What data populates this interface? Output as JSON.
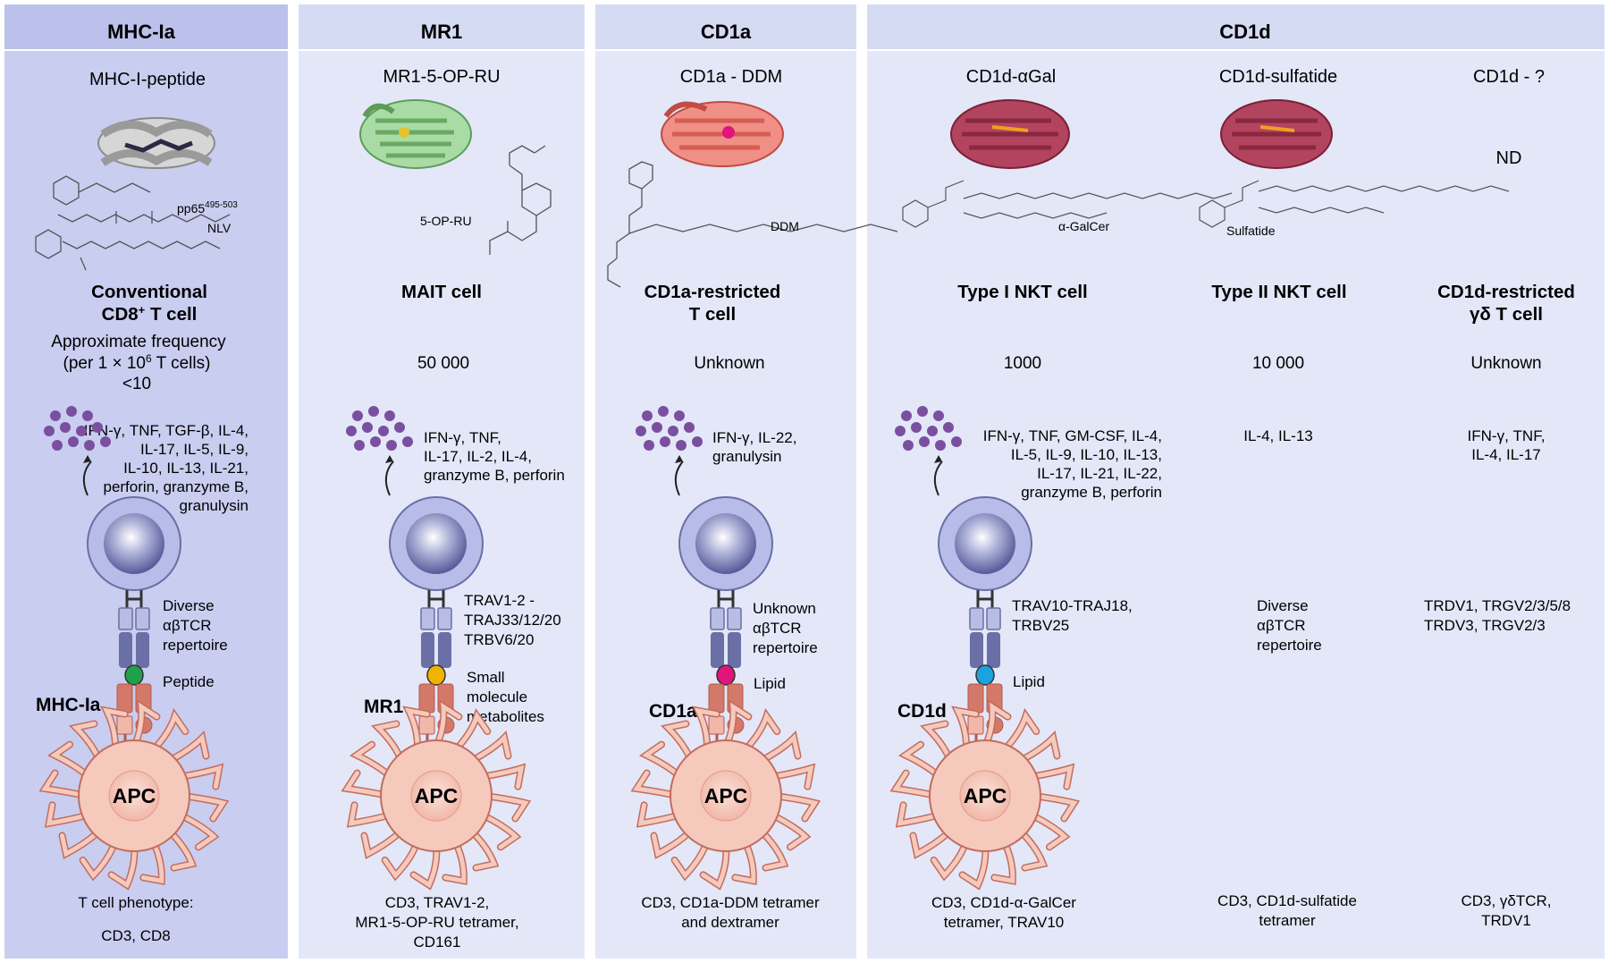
{
  "columns": [
    {
      "header": "MHC-Ia",
      "ligand_title": "MHC-I-peptide",
      "antigen_label": "pp65",
      "antigen_superscript": "495-503",
      "antigen_label_2": "NLV",
      "cell_type_line1": "Conventional",
      "cell_type_line2": "CD8",
      "cell_type_line2_superscript": "+",
      "cell_type_line2_suffix": " T cell",
      "frequency_heading_line1": "Approximate frequency",
      "frequency_heading_line2_pre": "(per 1 × 10",
      "frequency_heading_line2_sup": "6",
      "frequency_heading_line2_post": " T cells)",
      "frequency": "<10",
      "cytokines": [
        "IFN-γ, TNF, TGF-β, IL-4,",
        "IL-17, IL-5, IL-9,",
        "IL-10, IL-13, IL-21,",
        "perforin, granzyme B,",
        "granulysin"
      ],
      "tcr": [
        "Diverse",
        "αβTCR",
        "repertoire"
      ],
      "bound_label": "Peptide",
      "molecule_label": "MHC-Ia",
      "apc_label": "APC",
      "phenotype_heading": "T cell phenotype:",
      "phenotype": [
        "CD3, CD8"
      ]
    },
    {
      "header": "MR1",
      "ligand_title": "MR1-5-OP-RU",
      "antigen_label": "5-OP-RU",
      "cell_type": [
        "MAIT cell"
      ],
      "frequency": "50 000",
      "cytokines": [
        "IFN-γ, TNF,",
        "IL-17, IL-2, IL-4,",
        "granzyme B, perforin"
      ],
      "tcr": [
        "TRAV1-2 -",
        "TRAJ33/12/20",
        "TRBV6/20"
      ],
      "bound_label": [
        "Small",
        "molecule",
        "metabolites"
      ],
      "molecule_label": "MR1",
      "apc_label": "APC",
      "phenotype": [
        "CD3, TRAV1-2,",
        "MR1-5-OP-RU tetramer,",
        "CD161"
      ]
    },
    {
      "header": "CD1a",
      "ligand_title": "CD1a - DDM",
      "antigen_label": "DDM",
      "cell_type": [
        "CD1a-restricted",
        "T cell"
      ],
      "frequency": "Unknown",
      "cytokines": [
        "IFN-γ, IL-22,",
        "granulysin"
      ],
      "tcr": [
        "Unknown",
        "αβTCR",
        "repertoire"
      ],
      "bound_label": "Lipid",
      "molecule_label": "CD1a",
      "apc_label": "APC",
      "phenotype": [
        "CD3, CD1a-DDM tetramer",
        "and dextramer"
      ]
    },
    {
      "header": "CD1d",
      "subcolumns": [
        {
          "ligand_title": "CD1d-αGal",
          "antigen_label": "α-GalCer",
          "cell_type": [
            "Type I NKT cell"
          ],
          "frequency": "1000",
          "cytokines": [
            "IFN-γ, TNF, GM-CSF, IL-4,",
            "IL-5, IL-9, IL-10, IL-13,",
            "IL-17, IL-21, IL-22,",
            "granzyme B, perforin"
          ],
          "tcr": [
            "TRAV10-TRAJ18,",
            "TRBV25"
          ],
          "bound_label": "Lipid",
          "molecule_label": "CD1d",
          "apc_label": "APC",
          "phenotype": [
            "CD3, CD1d-α-GalCer",
            "tetramer, TRAV10"
          ]
        },
        {
          "ligand_title": "CD1d-sulfatide",
          "antigen_label": "Sulfatide",
          "cell_type": [
            "Type II NKT cell"
          ],
          "frequency": "10 000",
          "cytokines": [
            "IL-4, IL-13"
          ],
          "tcr": [
            "Diverse",
            "αβTCR",
            "repertoire"
          ],
          "phenotype": [
            "CD3, CD1d-sulfatide",
            "tetramer"
          ]
        },
        {
          "ligand_title": "CD1d - ?",
          "structure_note": "ND",
          "cell_type": [
            "CD1d-restricted",
            "γδ T cell"
          ],
          "frequency": "Unknown",
          "cytokines": [
            "IFN-γ, TNF,",
            "IL-4, IL-17"
          ],
          "tcr": [
            "TRDV1, TRGV2/3/5/8",
            "TRDV3, TRGV2/3"
          ],
          "phenotype": [
            "CD3, γδTCR,",
            "TRDV1"
          ]
        }
      ]
    }
  ],
  "colors": {
    "panel_highlight": "#c9cdf0",
    "panel": "#e3e7f8",
    "header_bar_highlight": "#bcc1ec",
    "header_bar": "#d6dbf4",
    "cytokine_dots": "#7b4fa0",
    "peptide": "#1fa14a",
    "metabolite": "#f0b400",
    "lipid_cd1a": "#e0147a",
    "lipid_cd1d": "#1aa3e0",
    "mhc_red": "#d4786a",
    "apc_fill": "#f6c9bd",
    "tcr_chain": "#6a6fa6",
    "tcell_ring": "#b7bde8",
    "mr1_protein": "#8fd08a",
    "cd1a_protein": "#e8736a",
    "cd1d_protein": "#9c2e4c",
    "mhc_protein": "#c9c9c9"
  }
}
